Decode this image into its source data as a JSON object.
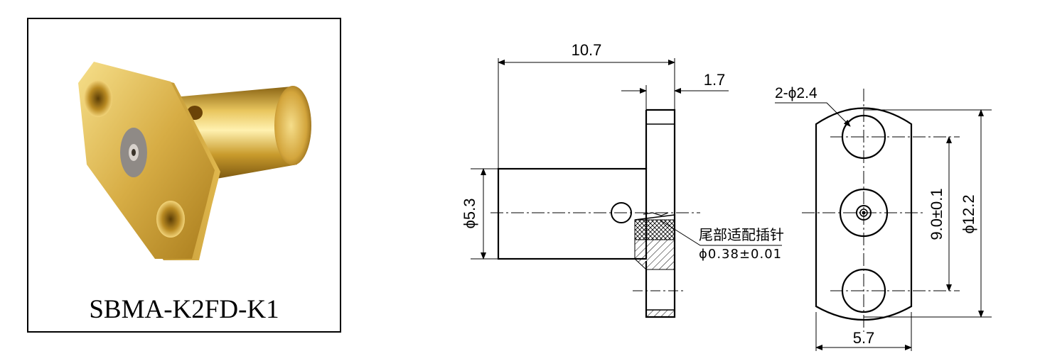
{
  "product": {
    "model": "SBMA-K2FD-K1"
  },
  "drawing": {
    "side_view": {
      "overall_length": "10.7",
      "flange_thickness": "1.7",
      "body_diameter": "ϕ5.3",
      "pin_note_line1": "尾部适配插针",
      "pin_note_line2": "ϕ0.38±0.01"
    },
    "front_view": {
      "mount_holes": "2-ϕ2.4",
      "hole_spacing": "9.0±0.1",
      "flange_height": "ϕ12.2",
      "flange_width": "5.7"
    }
  },
  "colors": {
    "line": "#000000",
    "gold_light": "#f3d778",
    "gold_mid": "#c99b2c",
    "gold_dark": "#7a5610"
  }
}
